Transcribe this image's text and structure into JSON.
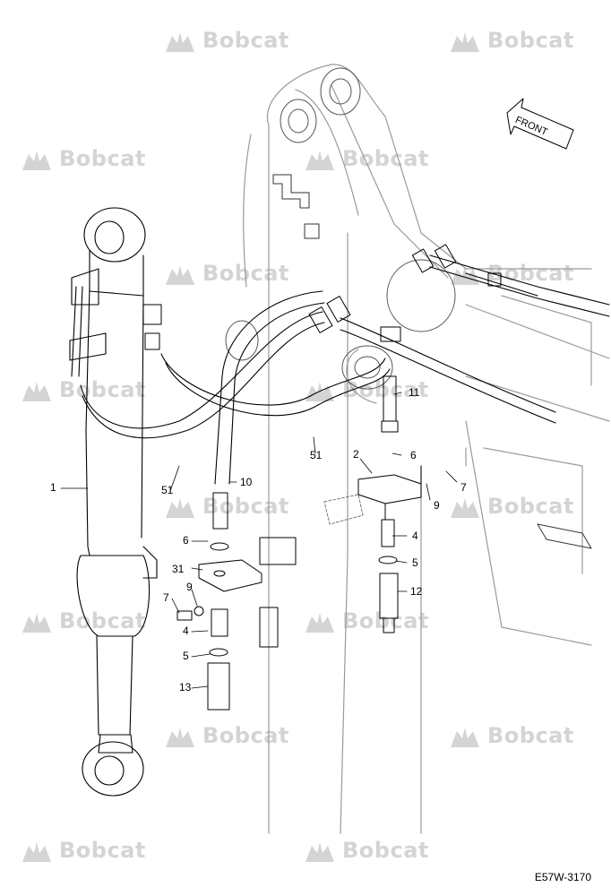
{
  "watermark": {
    "text": "Bobcat"
  },
  "orientation": {
    "label": "FRONT"
  },
  "drawing_code": "E57W-3170",
  "callouts": [
    {
      "id": "c1",
      "text": "1"
    },
    {
      "id": "c2",
      "text": "2"
    },
    {
      "id": "c4a",
      "text": "4"
    },
    {
      "id": "c4b",
      "text": "4"
    },
    {
      "id": "c5a",
      "text": "5"
    },
    {
      "id": "c5b",
      "text": "5"
    },
    {
      "id": "c6a",
      "text": "6"
    },
    {
      "id": "c6b",
      "text": "6"
    },
    {
      "id": "c7a",
      "text": "7"
    },
    {
      "id": "c7b",
      "text": "7"
    },
    {
      "id": "c9a",
      "text": "9"
    },
    {
      "id": "c9b",
      "text": "9"
    },
    {
      "id": "c10",
      "text": "10"
    },
    {
      "id": "c11",
      "text": "11"
    },
    {
      "id": "c12",
      "text": "12"
    },
    {
      "id": "c13",
      "text": "13"
    },
    {
      "id": "c31",
      "text": "31"
    },
    {
      "id": "c51a",
      "text": "51"
    },
    {
      "id": "c51b",
      "text": "51"
    }
  ]
}
